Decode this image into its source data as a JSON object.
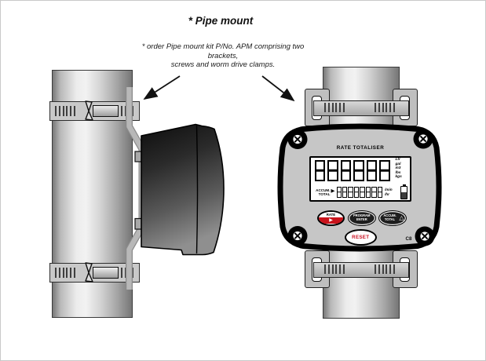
{
  "title": "* Pipe mount",
  "note": {
    "line1": "* order Pipe mount kit P/No. APM comprising two",
    "line2": "brackets,",
    "line3": "screws and worm drive clamps."
  },
  "device": {
    "title": "RATE TOTALISER",
    "lcd": {
      "main_digit_count": 6,
      "sub_digit_count": 8,
      "units": [
        "Ltr",
        "gal",
        "m3",
        "lbs",
        "kgs"
      ],
      "accum_line1": "ACCUM.",
      "accum_line2": "TOTAL",
      "accum_arrow": "▶",
      "rate_unit_line1": "/min",
      "rate_unit_line2": "/hr"
    },
    "buttons": {
      "rate": "RATE",
      "rate_arrow": "▶",
      "program_line1": "PROGRAM",
      "program_line2": "ENTER",
      "accum_line1": "ACCUM.",
      "accum_line2": "TOTAL",
      "accum_symbol": "△",
      "reset": "RESET"
    },
    "badge": "C8"
  },
  "colors": {
    "accent_red": "#c9141c",
    "device_face": "#c6c6c6",
    "pipe_highlight": "#f2f2f2",
    "clamp_gray": "#c9c9c9"
  }
}
